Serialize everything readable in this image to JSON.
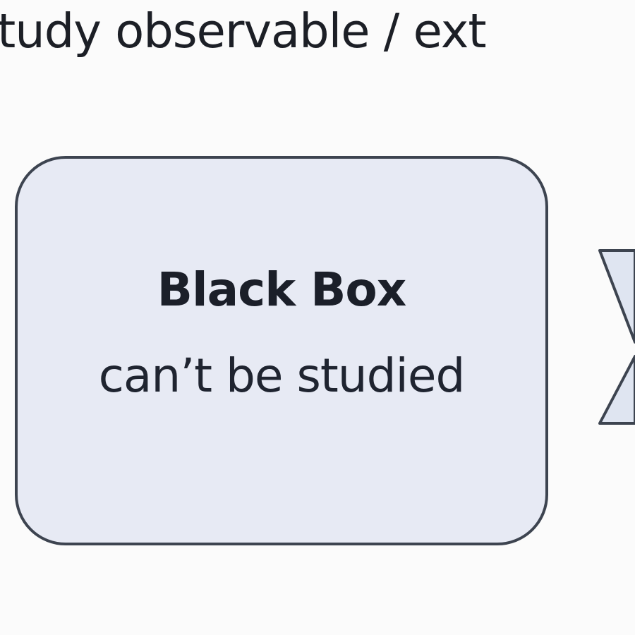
{
  "header": {
    "text": "tudy observable / ext"
  },
  "black_box": {
    "title": "Black Box",
    "subtitle": "can’t be studied"
  },
  "colors": {
    "box_fill": "#e7eaf4",
    "box_border": "#3d4450",
    "arrow_fill": "#dfe5f1",
    "arrow_stroke": "#3d4450"
  }
}
